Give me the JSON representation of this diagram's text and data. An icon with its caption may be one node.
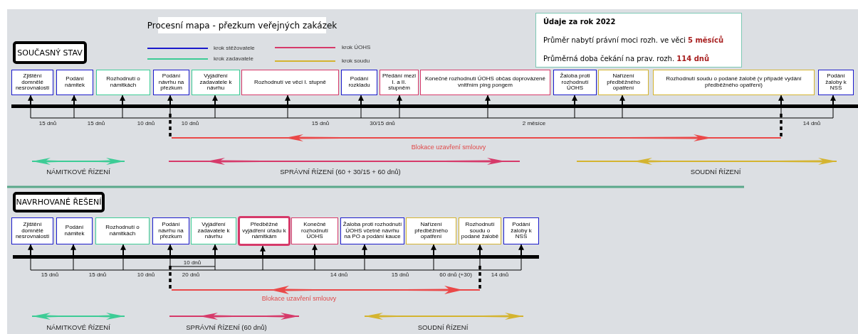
{
  "diagram": {
    "title": "Procesní mapa - přezkum veřejných zakázek",
    "nodes": [
      {
        "text": [
          "Údaje za rok 2022",
          "Průměr nabytí právní moci rozh. ve věci **5 měsíců**",
          "Průměrná doba čekání na prav. rozh. **114 dnů**"
        ]
      },
      {
        "text": [
          "SOUČASNÝ STAV"
        ]
      },
      {
        "text": [
          "Zjištění domnělé nesrovnalosti"
        ]
      },
      {
        "text": [
          "Podání námitek"
        ]
      },
      {
        "text": [
          "Rozhodnutí o námitkách"
        ]
      },
      {
        "text": [
          "Podání návrhu na přezkum"
        ]
      },
      {
        "text": [
          "Vyjádření zadavatele k návrhu"
        ]
      },
      {
        "text": [
          "Rozhodnutí ve věci I. stupně"
        ]
      },
      {
        "text": [
          "Podání rozkladu"
        ]
      },
      {
        "text": [
          "Předání mezi I. a II. stupněm"
        ]
      },
      {
        "text": [
          "Konečné rozhodnutí ÚOHS občas doprovázené vnitřním ping pongem"
        ]
      },
      {
        "text": [
          "Žaloba proti rozhodnutí ÚOHS"
        ]
      },
      {
        "text": [
          "Nařízení předběžného opatření"
        ]
      },
      {
        "text": [
          "Rozhodnutí soudu o podané žalobě (v případě vydání předběžného opatření)"
        ]
      },
      {
        "text": [
          "Podání žaloby k NSS"
        ]
      },
      {
        "text": [
          "NAVRHOVANÉ ŘEŠENÍ"
        ]
      },
      {
        "text": [
          "Zjištění domnělé nesrovnalosti"
        ]
      },
      {
        "text": [
          "Podání námitek"
        ]
      },
      {
        "text": [
          "Rozhodnutí o námitkách"
        ]
      },
      {
        "text": [
          "Podání návrhu na přezkum"
        ]
      },
      {
        "text": [
          "Vyjádření zadavatele k návrhu"
        ]
      },
      {
        "text": [
          "Předběžné vyjádření úřadu k námitkám"
        ]
      },
      {
        "text": [
          "Konečné rozhodnutí ÚOHS"
        ]
      },
      {
        "text": [
          "Žaloba proti rozhodnutí ÚOHS včetně návrhu na PO a podání kauce"
        ]
      },
      {
        "text": [
          "Nařízení předběžného opatření"
        ]
      },
      {
        "text": [
          "Rozhodnutí soudu o podané žalobě"
        ]
      },
      {
        "text": [
          "Podání žaloby k NSS"
        ]
      },
      {
        "text": [],
        "shape": "bar"
      },
      {
        "text": [],
        "shape": "bar"
      }
    ],
    "edges": [
      {
        "from": 27,
        "to": 2,
        "arrow": "to"
      },
      {
        "from": 27,
        "to": 3,
        "arrow": "to"
      },
      {
        "from": 27,
        "to": 4,
        "arrow": "to"
      },
      {
        "from": 27,
        "to": 5,
        "arrow": "to"
      },
      {
        "from": 27,
        "to": 6,
        "arrow": "to"
      },
      {
        "from": 27,
        "to": 7,
        "arrow": "to"
      },
      {
        "from": 27,
        "to": 8,
        "arrow": "to"
      },
      {
        "from": 27,
        "to": 9,
        "arrow": "to"
      },
      {
        "from": 27,
        "to": 10,
        "arrow": "to"
      },
      {
        "from": 27,
        "to": 11,
        "arrow": "to"
      },
      {
        "from": 27,
        "to": 12,
        "arrow": "to"
      },
      {
        "from": 27,
        "to": 13,
        "arrow": "to"
      },
      {
        "from": 27,
        "to": 14,
        "arrow": "to"
      },
      {
        "from": 28,
        "to": 16,
        "arrow": "to"
      },
      {
        "from": 28,
        "to": 17,
        "arrow": "to"
      },
      {
        "from": 28,
        "to": 18,
        "arrow": "to"
      },
      {
        "from": 28,
        "to": 19,
        "arrow": "to"
      },
      {
        "from": 28,
        "to": 20,
        "arrow": "to"
      },
      {
        "from": 28,
        "to": 21,
        "arrow": "to"
      },
      {
        "from": 28,
        "to": 22,
        "arrow": "to"
      },
      {
        "from": 28,
        "to": 23,
        "arrow": "to"
      },
      {
        "from": 28,
        "to": 24,
        "arrow": "to"
      },
      {
        "from": 28,
        "to": 25,
        "arrow": "to"
      },
      {
        "from": 28,
        "to": 26,
        "arrow": "to"
      }
    ],
    "labels": [
      "15 dnů",
      "15 dnů",
      "10 dnů",
      "10 dnů",
      "15 dnů",
      "30/15 dnů",
      "2 měsíce",
      "14 dnů",
      "Blokace uzavření smlouvy",
      "NÁMITKOVÉ ŘÍZENÍ",
      "SPRÁVNÍ ŘÍZENÍ (60 + 30/15 + 60 dnů)",
      "SOUDNÍ ŘÍZENÍ",
      "10 dnů",
      "15 dnů",
      "15 dnů",
      "10 dnů",
      "20 dnů",
      "14 dnů",
      "15 dnů",
      "60 dnů (+30)",
      "14 dnů",
      "Blokace uzavření smlouvy",
      "NÁMITKOVÉ ŘÍZENÍ",
      "SPRÁVNÍ ŘÍZENÍ (60 dnů)",
      "SOUDNÍ ŘÍZENÍ"
    ],
    "legend": [
      {
        "text": "krok stěžovatele",
        "color": "#1a1acc"
      },
      {
        "text": "krok zadavatele",
        "color": "#3dcc96"
      },
      {
        "text": "krok ÚOHS",
        "color": "#d63a6a"
      },
      {
        "text": "krok soudu",
        "color": "#d4b430"
      }
    ]
  }
}
